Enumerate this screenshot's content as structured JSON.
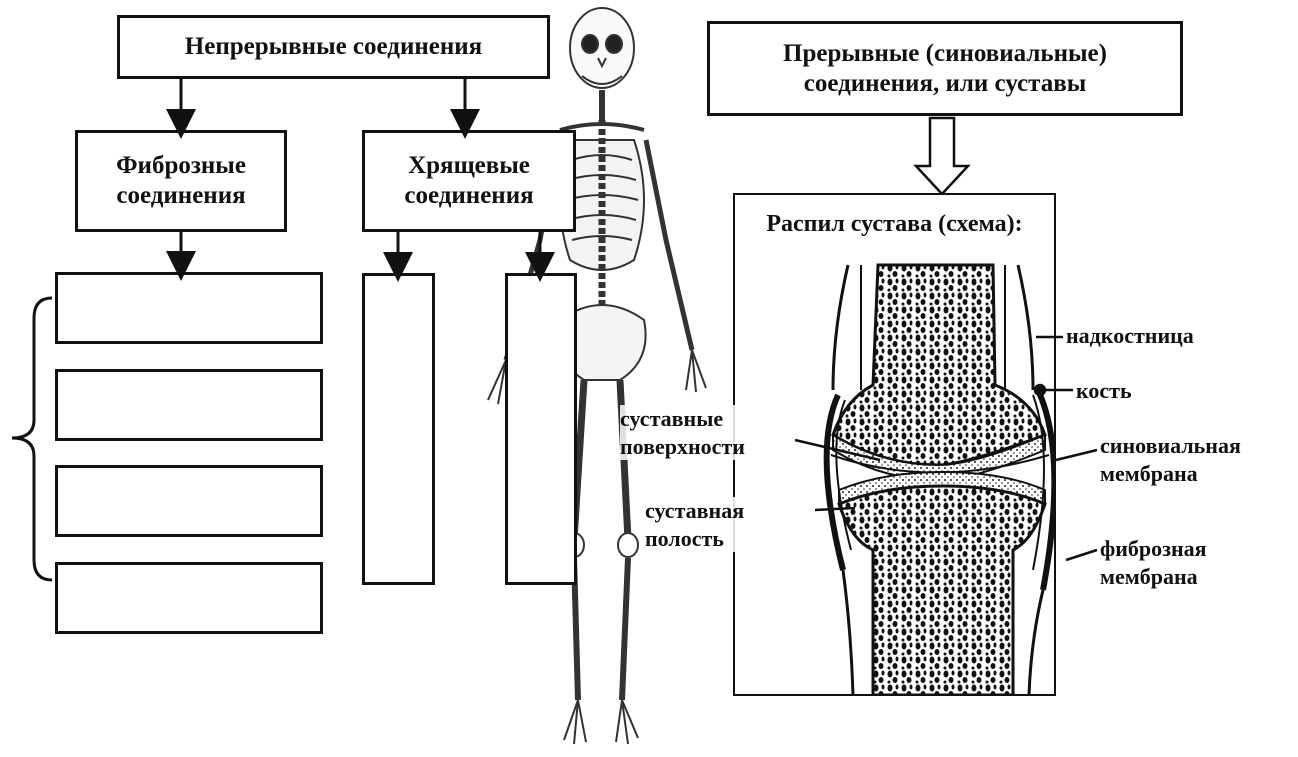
{
  "continuous": {
    "title": "Непрерывные соединения",
    "fibrous": [
      "Фиброзные",
      "соединения"
    ],
    "cartilaginous": [
      "Хрящевые",
      "соединения"
    ]
  },
  "discontinuous": {
    "title": [
      "Прерывные (синовиальные)",
      "соединения, или суставы"
    ]
  },
  "joint_section": {
    "title": "Распил сустава (схема):",
    "labels": {
      "periosteum": "надкостница",
      "bone": "кость",
      "synovial_membrane": [
        "синовиальная",
        "мембрана"
      ],
      "fibrous_membrane": [
        "фиброзная",
        "мембрана"
      ],
      "articular_surfaces": [
        "суставные",
        "поверхности"
      ],
      "articular_cavity": [
        "суставная",
        "полость"
      ]
    }
  }
}
